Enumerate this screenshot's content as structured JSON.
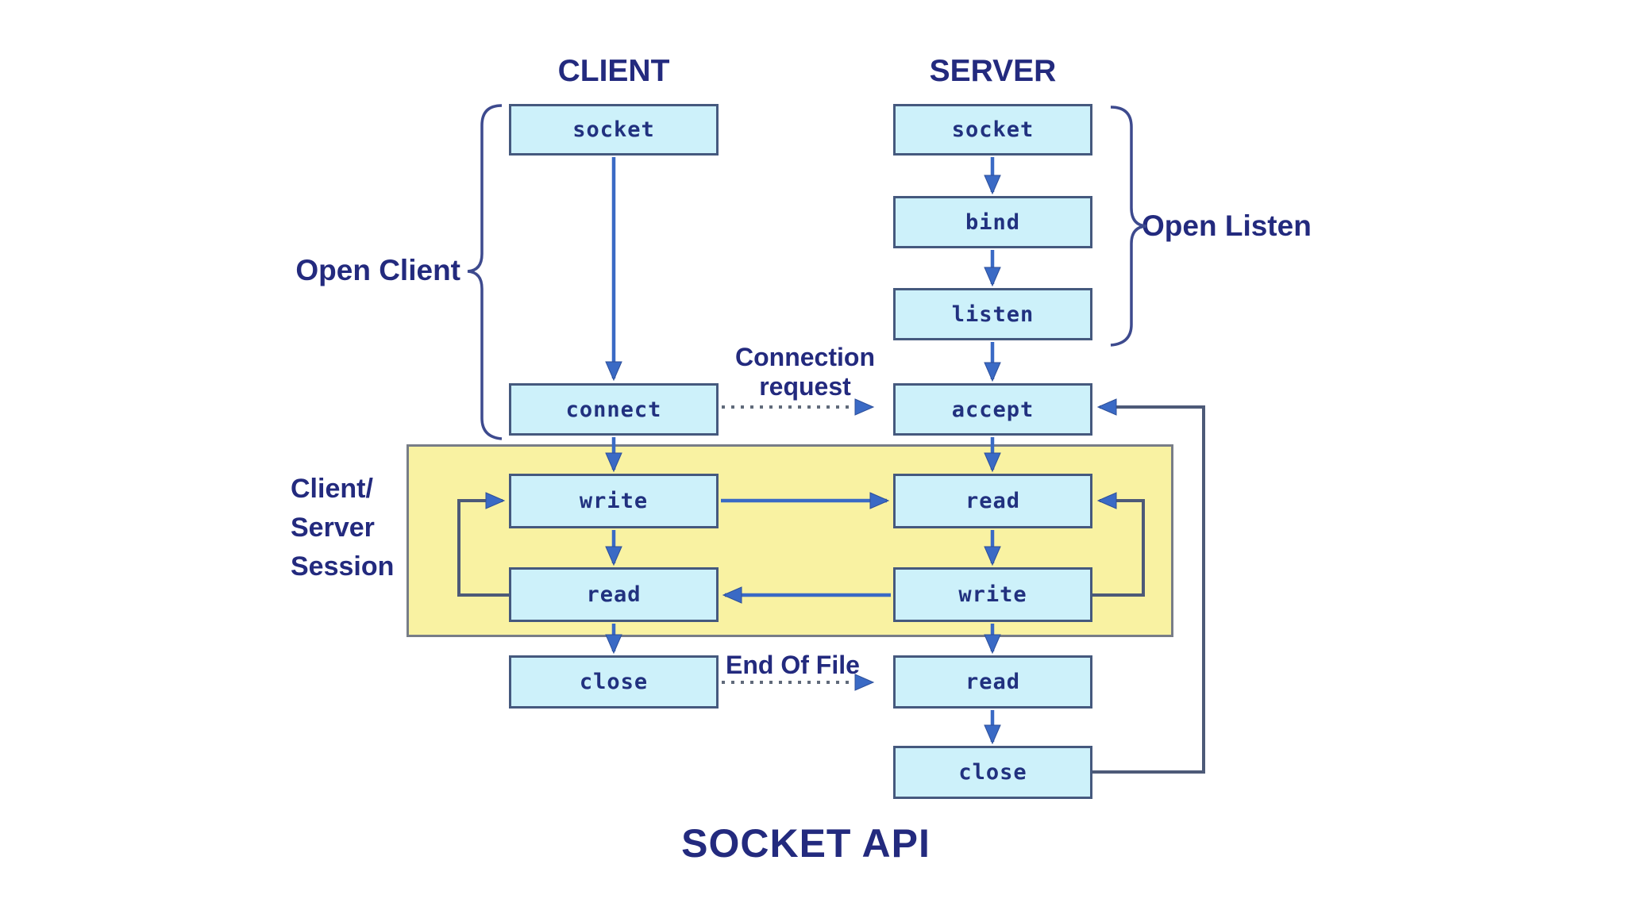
{
  "title": "SOCKET API",
  "columns": {
    "client": "CLIENT",
    "server": "SERVER"
  },
  "boxes": {
    "client_socket": "socket",
    "client_connect": "connect",
    "client_write": "write",
    "client_read": "read",
    "client_close": "close",
    "server_socket": "socket",
    "server_bind": "bind",
    "server_listen": "listen",
    "server_accept": "accept",
    "server_read_session": "read",
    "server_write_session": "write",
    "server_read_eof": "read",
    "server_close": "close"
  },
  "annotations": {
    "open_client": "Open Client",
    "open_listen": "Open Listen",
    "session_label_lines": [
      "Client/",
      "Server",
      "Session"
    ],
    "connection_request_lines": [
      "Connection",
      "request"
    ],
    "end_of_file": "End Of File"
  },
  "edges": [
    {
      "from": "client_socket",
      "to": "client_connect",
      "style": "solid-arrow"
    },
    {
      "from": "server_socket",
      "to": "server_bind",
      "style": "solid-arrow"
    },
    {
      "from": "server_bind",
      "to": "server_listen",
      "style": "solid-arrow"
    },
    {
      "from": "server_listen",
      "to": "server_accept",
      "style": "solid-arrow"
    },
    {
      "from": "client_connect",
      "to": "server_accept",
      "style": "dotted-arrow",
      "label": "Connection request"
    },
    {
      "from": "client_connect",
      "to": "client_write",
      "style": "solid-arrow"
    },
    {
      "from": "server_accept",
      "to": "server_read_session",
      "style": "solid-arrow"
    },
    {
      "from": "client_write",
      "to": "server_read_session",
      "style": "solid-arrow"
    },
    {
      "from": "client_write",
      "to": "client_read",
      "style": "solid-arrow"
    },
    {
      "from": "server_read_session",
      "to": "server_write_session",
      "style": "solid-arrow"
    },
    {
      "from": "server_write_session",
      "to": "client_read",
      "style": "solid-arrow"
    },
    {
      "from": "client_read",
      "to": "client_write",
      "style": "loop-arrow"
    },
    {
      "from": "server_write_session",
      "to": "server_read_session",
      "style": "loop-arrow"
    },
    {
      "from": "client_read",
      "to": "client_close",
      "style": "solid-arrow"
    },
    {
      "from": "server_write_session",
      "to": "server_read_eof",
      "style": "solid-arrow"
    },
    {
      "from": "client_close",
      "to": "server_read_eof",
      "style": "dotted-arrow",
      "label": "End Of File"
    },
    {
      "from": "server_read_eof",
      "to": "server_close",
      "style": "solid-arrow"
    },
    {
      "from": "server_close",
      "to": "server_accept",
      "style": "loop-arrow"
    }
  ],
  "colors": {
    "background": "#ffffff",
    "box_fill": "#cdf1fa",
    "box_border": "#45597e",
    "box_text": "#21317f",
    "label_text": "#232a7e",
    "arrow_blue": "#3a6ac5",
    "loop_line": "#4d5a78",
    "dotted_line": "#606a7a",
    "session_fill": "#f9f2a2",
    "session_border": "#787d87",
    "brace": "#3d4a8e"
  }
}
